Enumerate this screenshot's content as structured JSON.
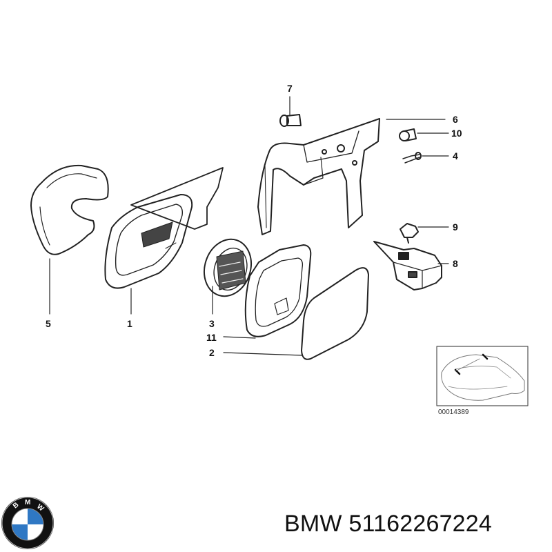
{
  "diagram": {
    "callouts": {
      "c1": "1",
      "c2": "2",
      "c3": "3",
      "c4": "4",
      "c5": "5",
      "c6": "6",
      "c7": "7",
      "c8": "8",
      "c9": "9",
      "c10": "10",
      "c11": "11"
    },
    "thumbnail_code": "00014389"
  },
  "logo": {
    "name": "bmw-roundel-logo",
    "colors": {
      "ring": "#111111",
      "blue": "#2f78c4",
      "white": "#ffffff"
    },
    "letters": [
      "B",
      "M",
      "W"
    ]
  },
  "footer": {
    "part_label": "BMW 51162267224"
  }
}
